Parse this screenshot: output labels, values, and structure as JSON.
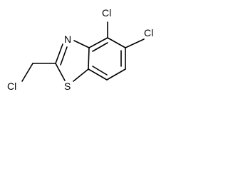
{
  "molecule": {
    "atoms": {
      "n3": "N",
      "s1": "S",
      "cl_methyl": "Cl",
      "cl_c4": "Cl",
      "cl_c5": "Cl"
    }
  }
}
